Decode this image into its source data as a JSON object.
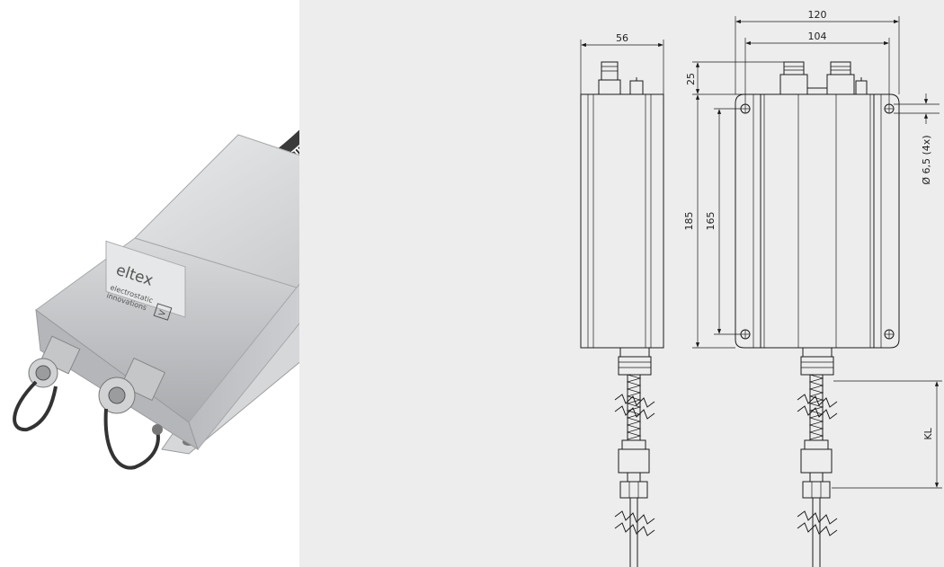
{
  "product_photo": {
    "brand_logo": "eltex",
    "brand_tagline_line1": "electrostatic",
    "brand_tagline_line2": "innovations",
    "brand_arrow": ">"
  },
  "drawing": {
    "dimensions": {
      "side_width": "56",
      "overall_width": "120",
      "hole_spacing_width": "104",
      "connector_height": "25",
      "overall_height": "185",
      "hole_spacing_height": "165",
      "hole_diameter": "Ø 6,5 (4x)",
      "cable_length": "KL"
    }
  },
  "colors": {
    "drawing_background": "#ededee",
    "line": "#1a1a1a",
    "photo_background": "#ffffff",
    "metal": "#c9cacb"
  }
}
